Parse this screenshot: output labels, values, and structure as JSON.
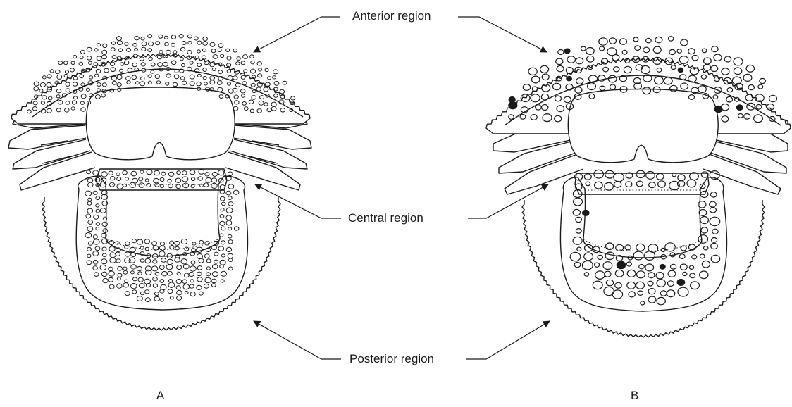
{
  "labels": {
    "anterior": "Anterior region",
    "central": "Central region",
    "posterior": "Posterior region"
  },
  "panels": [
    {
      "id": "A",
      "label": "A"
    },
    {
      "id": "B",
      "label": "B"
    }
  ],
  "colors": {
    "ink": "#1a1a1a",
    "background": "#ffffff"
  }
}
